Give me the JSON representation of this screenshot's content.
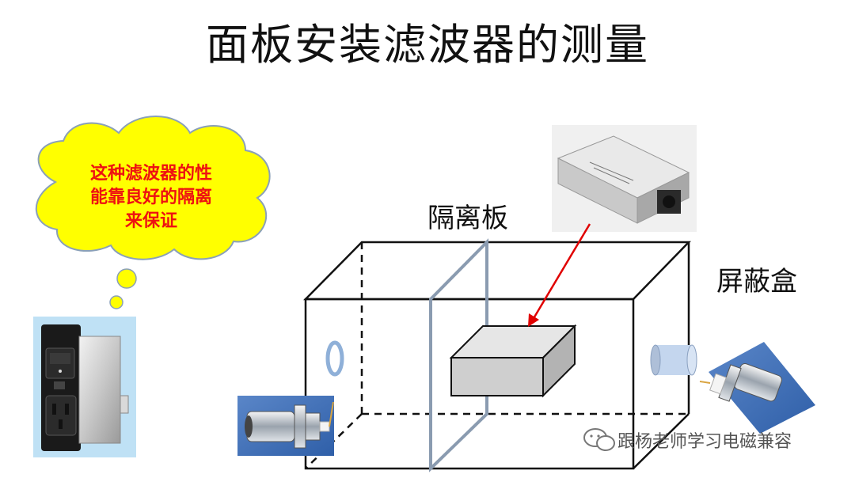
{
  "title": "面板安装滤波器的测量",
  "labels": {
    "partition": "隔离板",
    "shield_box": "屏蔽盒"
  },
  "callout": {
    "line1": "这种滤波器的性",
    "line2": "能靠良好的隔离",
    "line3": "来保证"
  },
  "watermark": "跟杨老师学习电磁兼容",
  "colors": {
    "bubble_fill": "#ffff00",
    "callout_text": "#e11111",
    "arrow": "#e00000"
  }
}
